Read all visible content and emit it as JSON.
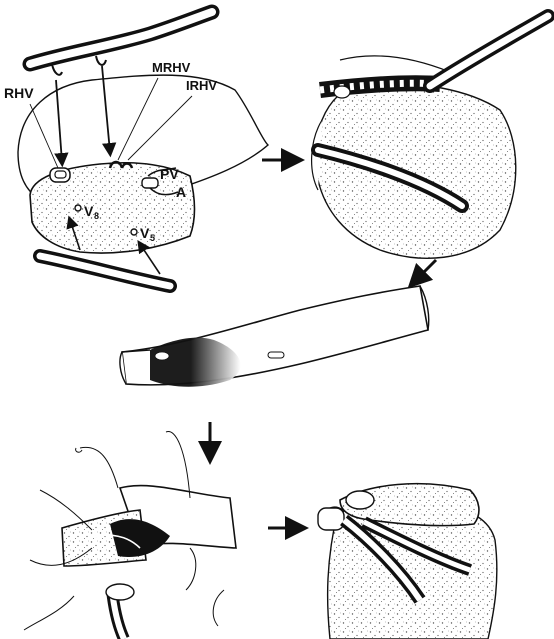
{
  "labels": {
    "rhv": "RHV",
    "mrhv": "MRHV",
    "irhv": "IRHV",
    "pv": "PV",
    "a": "A",
    "v8": "V",
    "v8_sub": "8",
    "v5": "V",
    "v5_sub": "5"
  },
  "colors": {
    "ink": "#111111",
    "background": "#ffffff",
    "stipple": "#444444"
  },
  "icons": {
    "arrow": "arrow-icon"
  }
}
